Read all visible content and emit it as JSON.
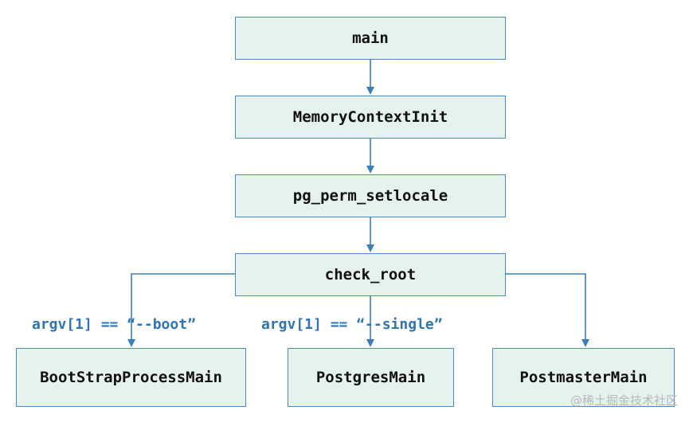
{
  "nodes": {
    "main": "main",
    "memory_context_init": "MemoryContextInit",
    "pg_perm_setlocale": "pg_perm_setlocale",
    "check_root": "check_root",
    "bootstrap_process_main": "BootStrapProcessMain",
    "postgres_main": "PostgresMain",
    "postmaster_main": "PostmasterMain"
  },
  "conditions": {
    "boot": "argv[1] == “--boot”",
    "single": "argv[1] == “--single”"
  },
  "watermark": "@稀土掘金技术社区",
  "colors": {
    "node_fill": "#e6f2ee",
    "node_border": "#4a8bbf",
    "edge": "#3c7fb6",
    "condition_text": "#2f74b5"
  }
}
